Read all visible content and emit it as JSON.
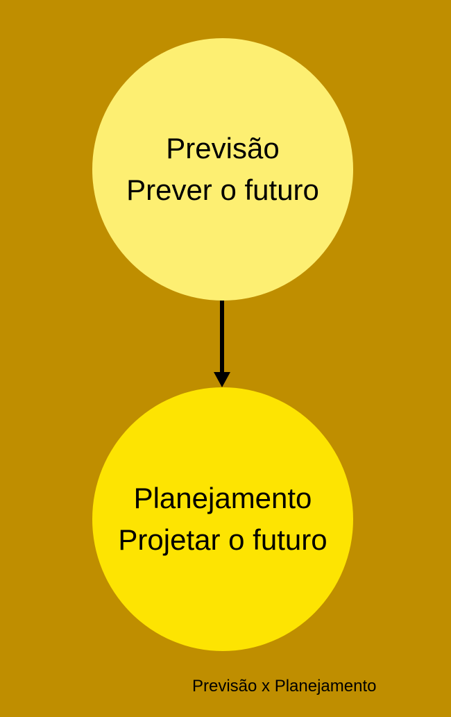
{
  "nodes": [
    {
      "title": "Previsão",
      "subtitle": "Prever o futuro",
      "color": "#fdef72"
    },
    {
      "title": "Planejamento",
      "subtitle": "Projetar o futuro",
      "color": "#fde402"
    }
  ],
  "caption": "Previsão x Planejamento",
  "background": "#bf8e00"
}
